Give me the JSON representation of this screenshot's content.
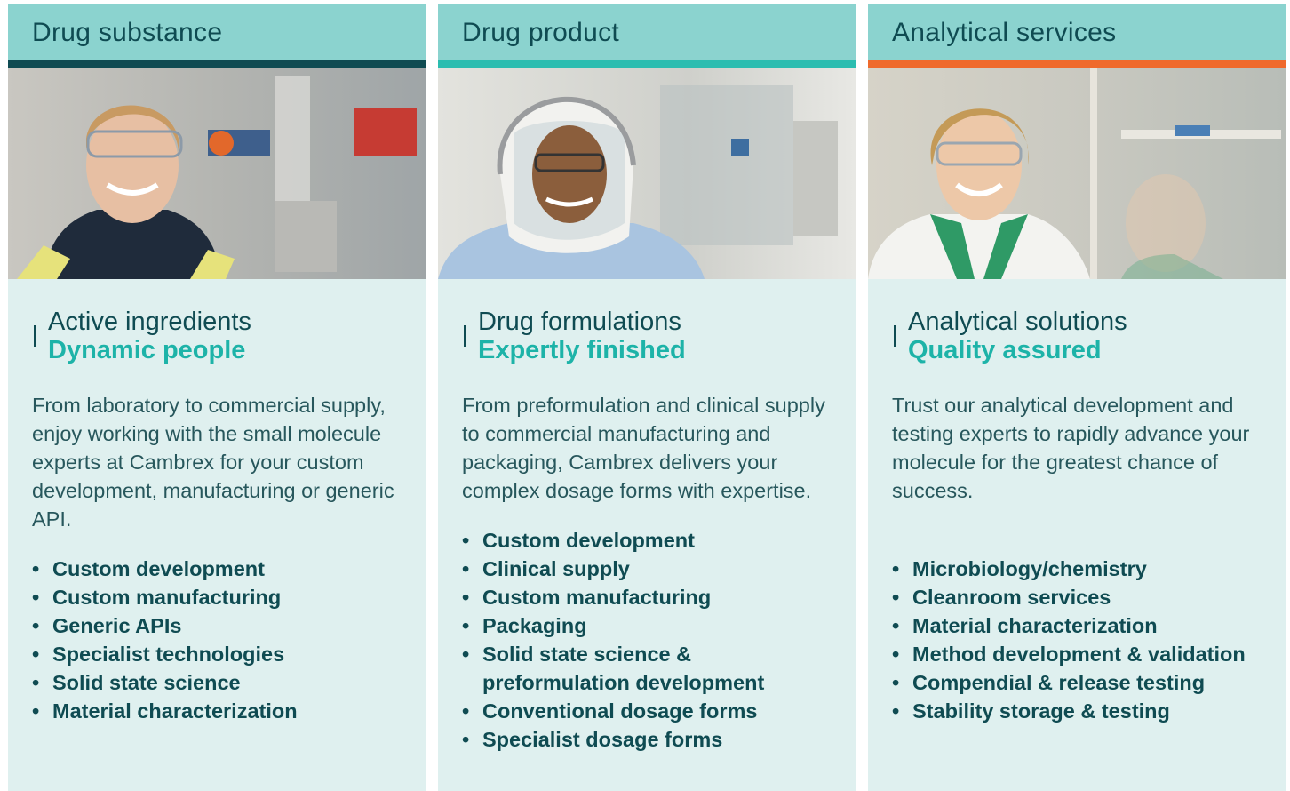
{
  "columns": [
    {
      "header": "Drug substance",
      "accent": "#0f4b52",
      "image": "woman-with-safety-glasses-in-plant",
      "subhead_line1": "Active ingredients",
      "subhead_line2": "Dynamic people",
      "body": "From laboratory to commercial supply, enjoy working with the small molecule experts at Cambrex for your custom development, manufacturing or generic API.",
      "bullets": [
        "Custom development",
        "Custom manufacturing",
        "Generic APIs",
        "Specialist technologies",
        "Solid state science",
        "Material characterization"
      ]
    },
    {
      "header": "Drug product",
      "accent": "#2bbdb0",
      "image": "man-in-cleanroom-helmet",
      "subhead_line1": "Drug formulations",
      "subhead_line2": "Expertly finished",
      "body": "From preformulation and clinical supply to commercial manufacturing and packaging, Cambrex delivers your complex dosage forms with expertise.",
      "bullets": [
        "Custom development",
        "Clinical supply",
        "Custom manufacturing",
        "Packaging",
        "Solid state science & preformulation development",
        "Conventional dosage forms",
        "Specialist dosage forms"
      ]
    },
    {
      "header": "Analytical services",
      "accent": "#ef6a2c",
      "image": "woman-in-lab-coat-smiling",
      "subhead_line1": "Analytical solutions",
      "subhead_line2": "Quality assured",
      "body": "Trust our analytical development and testing experts to rapidly advance your molecule for the greatest chance of success.",
      "bullets": [
        "Microbiology/chemistry",
        "Cleanroom services",
        "Material characterization",
        "Method development & validation",
        "Compendial & release testing",
        "Stability storage & testing"
      ]
    }
  ],
  "colors": {
    "header_bg": "#8bd3cf",
    "panel_bg": "#dff0ef",
    "dark_teal": "#0f4b52",
    "bright_teal": "#1db3a8",
    "orange": "#ef6a2c"
  }
}
